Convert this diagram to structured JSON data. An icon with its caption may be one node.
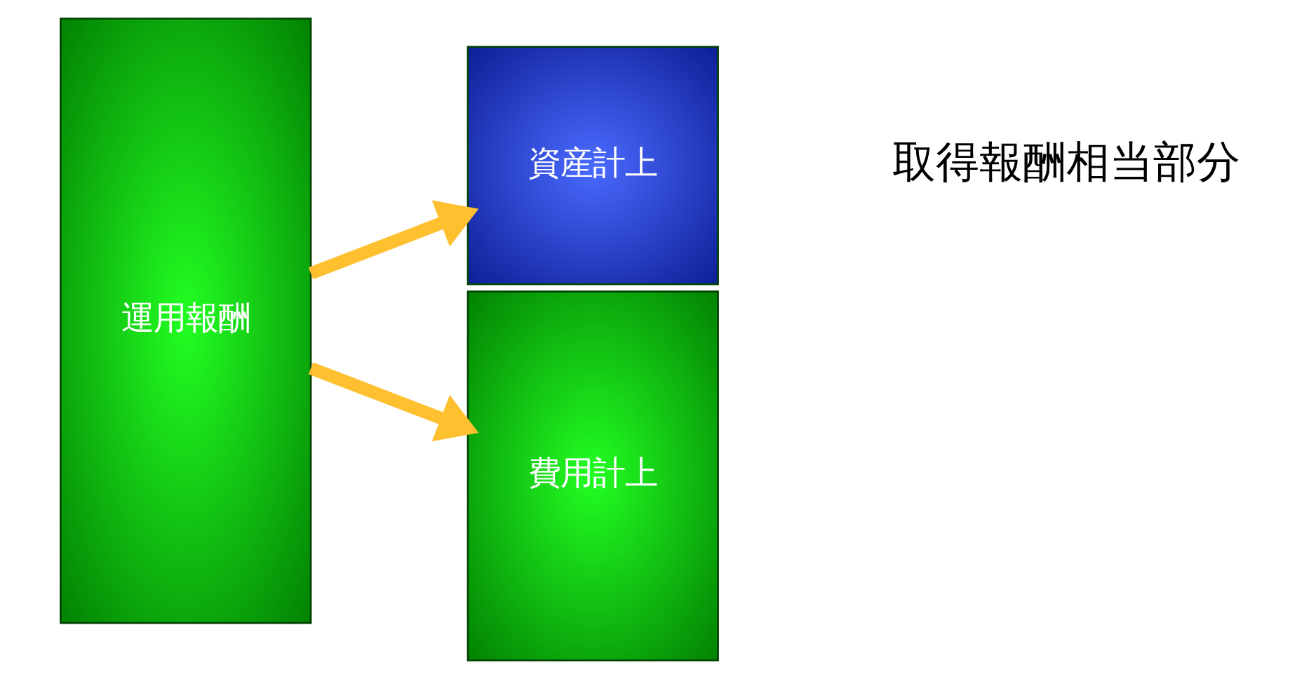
{
  "diagram": {
    "nodes": [
      {
        "text": [
          "運用報酬"
        ]
      },
      {
        "text": [
          "資産計上"
        ]
      },
      {
        "text": [
          "費用計上"
        ]
      }
    ],
    "edges": [
      {
        "from": 0,
        "to": 1,
        "arrow": "to"
      },
      {
        "from": 0,
        "to": 2,
        "arrow": "to"
      }
    ],
    "labels": [
      "取得報酬相当部分"
    ]
  }
}
